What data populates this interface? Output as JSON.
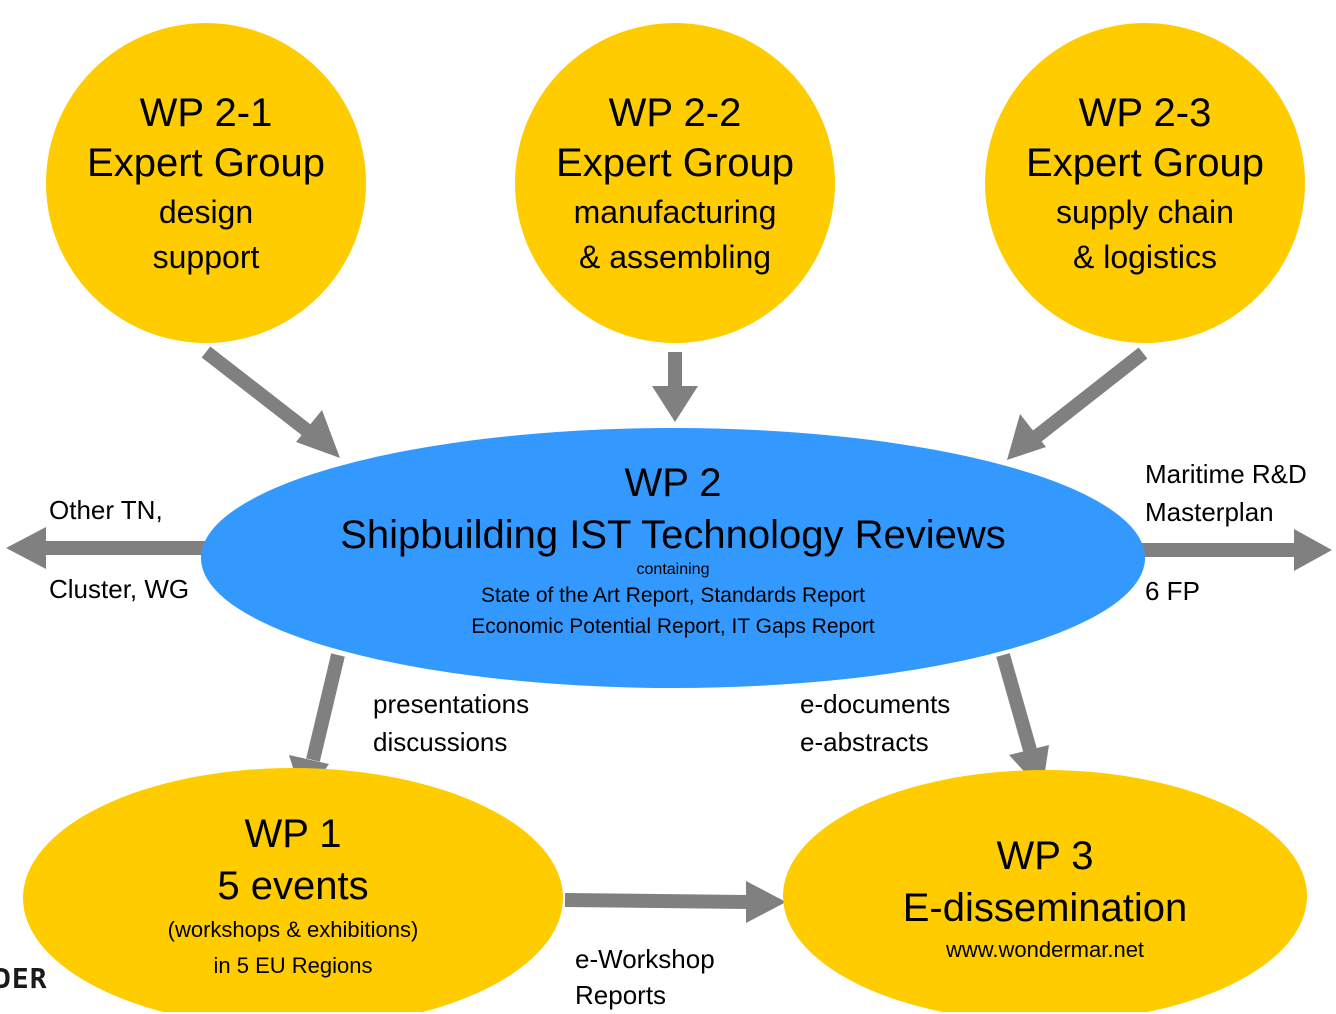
{
  "colors": {
    "expert_fill": "#FFCC00",
    "center_fill": "#3399FF",
    "arrow": "#808080",
    "text": "#000000"
  },
  "nodes": {
    "wp21": {
      "line1": "WP 2-1",
      "line2": "Expert Group",
      "line3": "design",
      "line4": "support"
    },
    "wp22": {
      "line1": "WP 2-2",
      "line2": "Expert Group",
      "line3": "manufacturing",
      "line4": "& assembling"
    },
    "wp23": {
      "line1": "WP 2-3",
      "line2": "Expert Group",
      "line3": "supply chain",
      "line4": "& logistics"
    },
    "wp2": {
      "title": "WP 2",
      "subtitle": "Shipbuilding IST Technology Reviews",
      "containing": "containing",
      "reports1": "State of the Art Report, Standards Report",
      "reports2": "Economic Potential Report, IT Gaps Report"
    },
    "wp1": {
      "title": "WP 1",
      "subtitle": "5 events",
      "line3": "(workshops & exhibitions)",
      "line4": "in 5 EU Regions"
    },
    "wp3": {
      "title": "WP 3",
      "subtitle": "E-dissemination",
      "url": "www.wondermar.net"
    }
  },
  "labels": {
    "left_top": "Other TN,",
    "left_bottom": "Cluster, WG",
    "right_top1": "Maritime R&D",
    "right_top2": "Masterplan",
    "right_bottom": "6 FP",
    "mid_left1": "presentations",
    "mid_left2": "discussions",
    "mid_right1": "e-documents",
    "mid_right2": "e-abstracts",
    "bottom1": "e-Workshop",
    "bottom2": "Reports"
  },
  "logo": {
    "text": "DER"
  }
}
